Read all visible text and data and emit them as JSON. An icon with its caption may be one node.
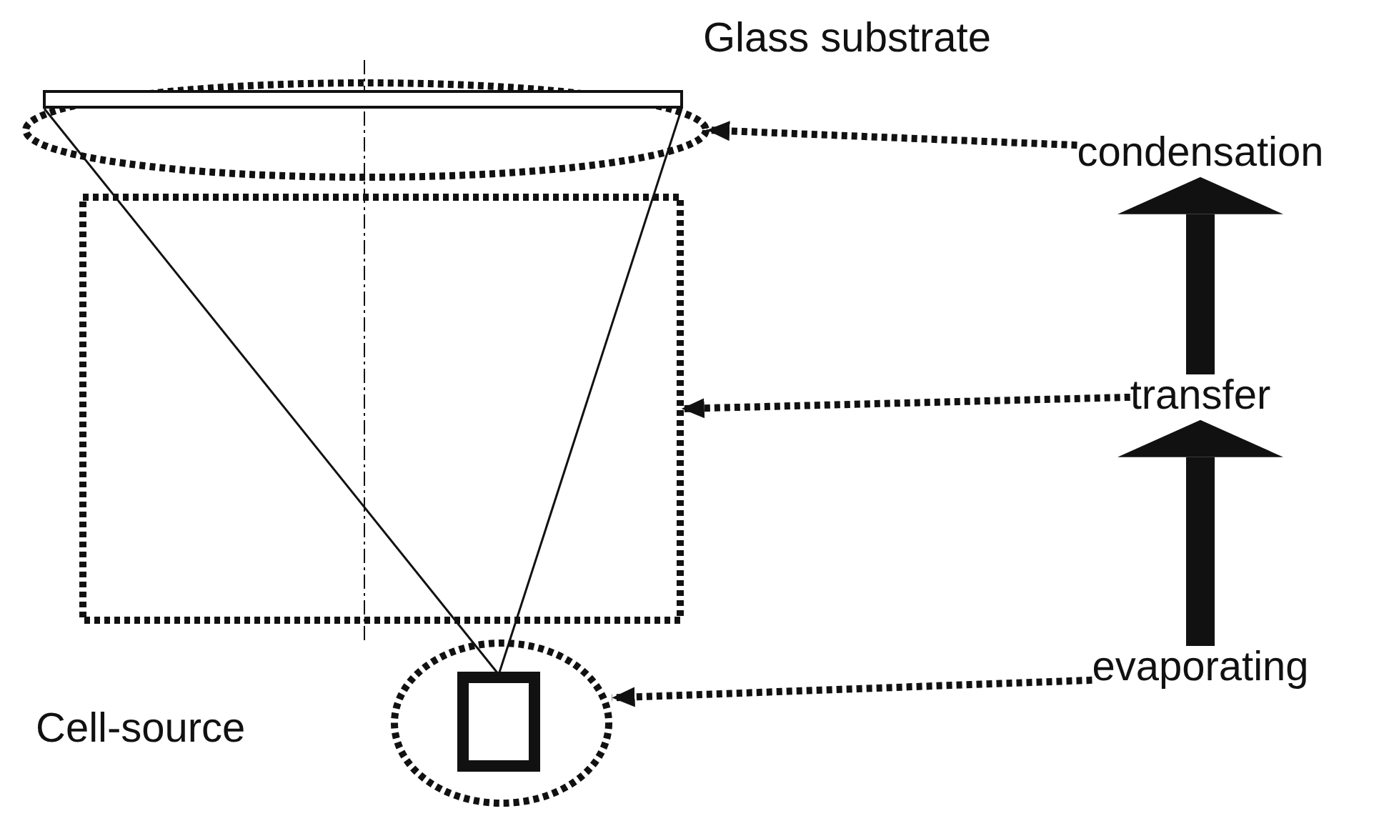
{
  "diagram": {
    "nodes": [
      {
        "text": [],
        "shape": "ellipse"
      },
      {
        "text": [],
        "shape": "bar",
        "in": 0
      },
      {
        "text": [],
        "shape": "box"
      },
      {
        "text": [],
        "shape": "ellipse"
      },
      {
        "text": [],
        "shape": "box",
        "in": 3
      },
      {
        "text": [
          "condensation"
        ]
      },
      {
        "text": [
          "transfer"
        ]
      },
      {
        "text": [
          "evaporating"
        ]
      }
    ],
    "edges": [
      {
        "from": 5,
        "to": 0,
        "arrow": "to",
        "style": "dashed"
      },
      {
        "from": 6,
        "to": 2,
        "arrow": "to",
        "style": "dashed"
      },
      {
        "from": 7,
        "to": 3,
        "arrow": "to",
        "style": "dashed"
      },
      {
        "from": 7,
        "to": 6,
        "arrow": "to",
        "style": "thick"
      },
      {
        "from": 6,
        "to": 5,
        "arrow": "to",
        "style": "thick"
      }
    ],
    "labels": [
      "Glass substrate",
      "Cell-source"
    ]
  }
}
